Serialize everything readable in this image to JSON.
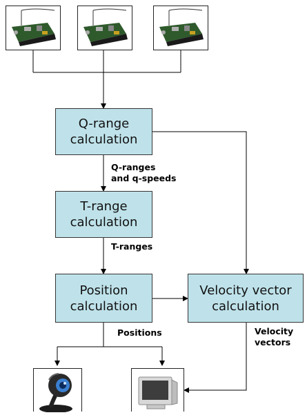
{
  "nodes": {
    "qrange": {
      "label": "Q-range\ncalculation"
    },
    "trange": {
      "label": "T-range\ncalculation"
    },
    "position": {
      "label": "Position\ncalculation"
    },
    "velocity": {
      "label": "Velocity vector\ncalculation"
    }
  },
  "edge_labels": {
    "q_to_t": "Q-ranges\nand q-speeds",
    "t_to_pos": "T-ranges",
    "positions": "Positions",
    "velocity_vectors": "Velocity\nvectors"
  },
  "icons": {
    "sensors": [
      "sensor-board-icon",
      "sensor-board-icon",
      "sensor-board-icon"
    ],
    "webcam": "webcam-icon",
    "monitor": "monitor-icon"
  },
  "colors": {
    "box_fill": "#bfe2ea",
    "stroke": "#000000"
  }
}
